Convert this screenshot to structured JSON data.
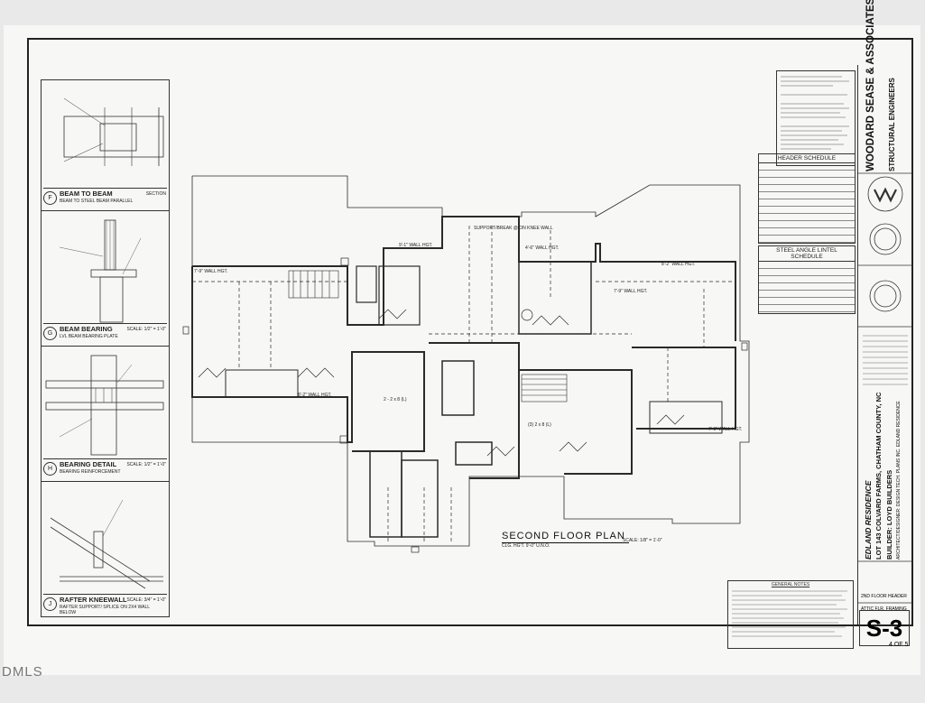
{
  "watermark": "DMLS",
  "plan": {
    "title": "SECOND FLOOR PLAN",
    "subtitle": "CLG. HG'T. 9'-0\" U.N.O.",
    "scale": "SCALE: 1/8\" = 1'-0\"",
    "labels": [
      "9'-1\" WALL HGT.",
      "4'-6\" WALL HGT.",
      "8'-2\" WALL HGT.",
      "8'-2\" WALL HGT.",
      "7'-9\" WALL HGT.",
      "7'-9\" WALL HGT.",
      "7'-9\" WALL HGT.",
      "SUPPORT/BREAK @ ON KNEE WALL",
      "2 - 2 x 8 (L)",
      "(3) 2 x 8 (L)"
    ]
  },
  "details": [
    {
      "letter": "F",
      "title": "BEAM TO BEAM",
      "sub": "BEAM TO STEEL BEAM PARALLEL",
      "scale": "SECTION"
    },
    {
      "letter": "G",
      "title": "BEAM BEARING",
      "sub": "LVL BEAM BEARING PLATE",
      "scale": "SCALE: 1/2\" = 1'-0\""
    },
    {
      "letter": "H",
      "title": "BEARING DETAIL",
      "sub": "BEARING REINFORCEMENT",
      "scale": "SCALE: 1/2\" = 1'-0\""
    },
    {
      "letter": "J",
      "title": "RAFTER KNEEWALL",
      "sub": "RAFTER SUPPORT/ SPLICE ON 2X4 WALL BELOW",
      "scale": "SCALE: 3/4\" = 1'-0\""
    }
  ],
  "firm": {
    "name": "WOODARD SEASE & ASSOCIATES, PC",
    "tagline": "STRUCTURAL ENGINEERS"
  },
  "project": {
    "name": "EDLAND RESIDENCE",
    "lot": "LOT 143 COLVARD FARMS, CHATHAM COUNTY, NC",
    "builder": "BUILDER: LOYD BUILDERS",
    "team": "ARCHITECT/DESIGNER: DESIGN TECH. PLANS INC. EDLAND RESIDENCE"
  },
  "sheet": {
    "drawing": "2ND FLOOR HEADER",
    "drawing2": "ATTIC FLR. FRAMING",
    "number": "S-3",
    "of": "4 OF 5"
  },
  "schedules": {
    "header": "HEADER SCHEDULE",
    "lintel": "STEEL ANGLE LINTEL SCHEDULE"
  },
  "notes_title": "GENERAL NOTES"
}
